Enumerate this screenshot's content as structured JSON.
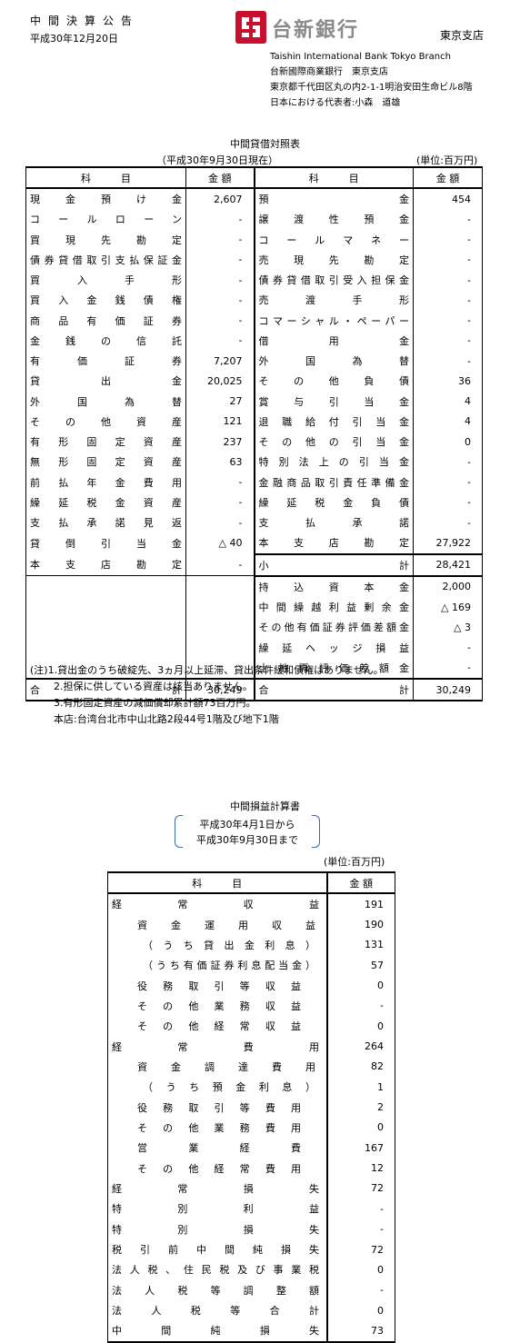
{
  "header": {
    "title": "中間決算公告",
    "date": "平成30年12月20日",
    "logo_text": "台新銀行",
    "branch_label": "東京支店",
    "company_lines": [
      "Taishin International Bank Tokyo Branch",
      "台新國際商業銀行　東京支店",
      "東京都千代田区丸の内2-1-1明治安田生命ビル8階",
      "日本における代表者:小森　道雄"
    ]
  },
  "balance_sheet": {
    "title": "中間貸借対照表",
    "subtitle": "（平成30年9月30日現在）",
    "unit": "(単位:百万円)",
    "headers": {
      "item": "科　　　目",
      "amount": "金 額"
    },
    "rows": [
      {
        "l": "現金預け金",
        "la": "2,607",
        "r": "預金",
        "ra": "454"
      },
      {
        "l": "コールローン",
        "la": "-",
        "r": "譲渡性預金",
        "ra": "-"
      },
      {
        "l": "買現先勘定",
        "la": "-",
        "r": "コールマネー",
        "ra": "-"
      },
      {
        "l": "債券貸借取引支払保証金",
        "la": "-",
        "r": "売現先勘定",
        "ra": "-"
      },
      {
        "l": "買入手形",
        "la": "-",
        "r": "債券貸借取引受入担保金",
        "ra": "-"
      },
      {
        "l": "買入金銭債権",
        "la": "-",
        "r": "売渡手形",
        "ra": "-"
      },
      {
        "l": "商品有価証券",
        "la": "-",
        "r": "コマーシャル・ペーパー",
        "ra": "-"
      },
      {
        "l": "金銭の信託",
        "la": "-",
        "r": "借用金",
        "ra": "-"
      },
      {
        "l": "有価証券",
        "la": "7,207",
        "r": "外国為替",
        "ra": "-"
      },
      {
        "l": "貸出金",
        "la": "20,025",
        "r": "その他負債",
        "ra": "36"
      },
      {
        "l": "外国為替",
        "la": "27",
        "r": "賞与引当金",
        "ra": "4"
      },
      {
        "l": "その他資産",
        "la": "121",
        "r": "退職給付引当金",
        "ra": "4"
      },
      {
        "l": "有形固定資産",
        "la": "237",
        "r": "その他の引当金",
        "ra": "0"
      },
      {
        "l": "無形固定資産",
        "la": "63",
        "r": "特別法上の引当金",
        "ra": "-"
      },
      {
        "l": "前払年金費用",
        "la": "-",
        "r": "金融商品取引責任準備金",
        "ra": "-"
      },
      {
        "l": "繰延税金資産",
        "la": "-",
        "r": "繰延税金負債",
        "ra": "-"
      },
      {
        "l": "支払承諾見返",
        "la": "-",
        "r": "支払承諾",
        "ra": "-"
      },
      {
        "l": "貸倒引当金",
        "la": "△ 40",
        "r": "本支店勘定",
        "ra": "27,922"
      },
      {
        "l": "本支店勘定",
        "la": "-",
        "r": "小計",
        "ra": "28,421"
      },
      {
        "l": "",
        "la": "",
        "r": "持込資本金",
        "ra": "2,000"
      },
      {
        "l": "",
        "la": "",
        "r": "中間繰越利益剰余金",
        "ra": "△ 169"
      },
      {
        "l": "",
        "la": "",
        "r": "その他有価証券評価差額金",
        "ra": "△ 3"
      },
      {
        "l": "",
        "la": "",
        "r": "繰延ヘッジ損益",
        "ra": "-"
      },
      {
        "l": "",
        "la": "",
        "r": "土地再評価差額金",
        "ra": "-"
      }
    ],
    "total": {
      "l": "合計",
      "la": "30,249",
      "r": "合計",
      "ra": "30,249"
    }
  },
  "notes": [
    "(注)1.貸出金のうち破綻先、3ヵ月以上延滞、貸出条件緩和債権はありません。",
    "2.担保に供している資産は該当ありません。",
    "3.有形固定資産の減価償却累計額73百万円。",
    "本店:台湾台北市中山北路2段44号1階及び地下1階"
  ],
  "income_statement": {
    "title": "中間損益計算書",
    "period_from": "平成30年4月1日から",
    "period_to": "平成30年9月30日まで",
    "unit": "(単位:百万円)",
    "headers": {
      "item": "科　　　目",
      "amount": "金 額"
    },
    "rows": [
      {
        "t": "経常収益",
        "v": "191",
        "lvl": 0
      },
      {
        "t": "資金運用収益",
        "v": "190",
        "lvl": 1
      },
      {
        "t": "（うち貸出金利息）",
        "v": "131",
        "lvl": 1
      },
      {
        "t": "（うち有価証券利息配当金）",
        "v": "57",
        "lvl": 1
      },
      {
        "t": "役務取引等収益",
        "v": "0",
        "lvl": 2
      },
      {
        "t": "その他業務収益",
        "v": "-",
        "lvl": 2
      },
      {
        "t": "その他経常収益",
        "v": "0",
        "lvl": 2
      },
      {
        "t": "経常費用",
        "v": "264",
        "lvl": 0
      },
      {
        "t": "資金調達費用",
        "v": "82",
        "lvl": 1
      },
      {
        "t": "（うち預金利息）",
        "v": "1",
        "lvl": 1
      },
      {
        "t": "役務取引等費用",
        "v": "2",
        "lvl": 2
      },
      {
        "t": "その他業務費用",
        "v": "0",
        "lvl": 2
      },
      {
        "t": "営業経費",
        "v": "167",
        "lvl": 2
      },
      {
        "t": "その他経常費用",
        "v": "12",
        "lvl": 2
      },
      {
        "t": "経常損失",
        "v": "72",
        "lvl": 0
      },
      {
        "t": "特別利益",
        "v": "-",
        "lvl": 0
      },
      {
        "t": "特別損失",
        "v": "-",
        "lvl": 0
      },
      {
        "t": "税引前中間純損失",
        "v": "72",
        "lvl": 0
      },
      {
        "t": "法人税、住民税及び事業税",
        "v": "0",
        "lvl": 0
      },
      {
        "t": "法人税等調整額",
        "v": "-",
        "lvl": 0
      },
      {
        "t": "法人税等合計",
        "v": "0",
        "lvl": 0
      },
      {
        "t": "中間純損失",
        "v": "73",
        "lvl": 0
      }
    ]
  },
  "colors": {
    "logo_red": "#c8102e",
    "logo_gray": "#8a8a8a",
    "bracket_blue": "#3b6aa6"
  }
}
